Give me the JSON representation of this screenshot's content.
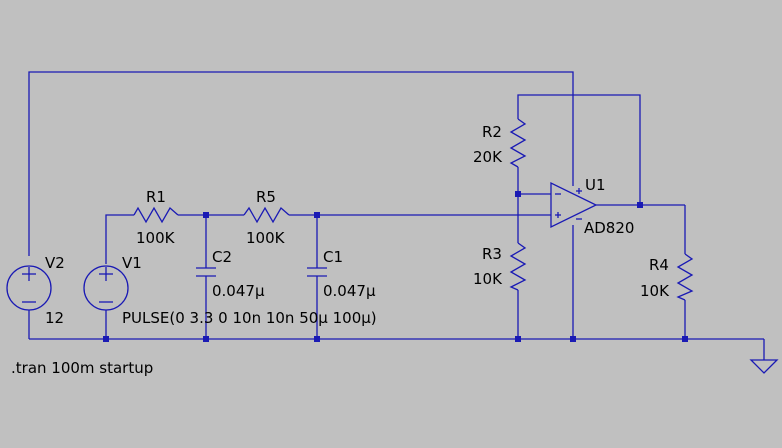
{
  "schematic": {
    "directive": ".tran 100m startup",
    "components": {
      "v2": {
        "name": "V2",
        "value": "12"
      },
      "v1": {
        "name": "V1",
        "value": "PULSE(0 3.3 0 10n 10n 50µ 100µ)"
      },
      "r1": {
        "name": "R1",
        "value": "100K"
      },
      "r5": {
        "name": "R5",
        "value": "100K"
      },
      "c2": {
        "name": "C2",
        "value": "0.047µ"
      },
      "c1": {
        "name": "C1",
        "value": "0.047µ"
      },
      "r2": {
        "name": "R2",
        "value": "20K"
      },
      "r3": {
        "name": "R3",
        "value": "10K"
      },
      "r4": {
        "name": "R4",
        "value": "10K"
      },
      "u1": {
        "name": "U1",
        "value": "AD820"
      }
    },
    "colors": {
      "background": "#c0c0c0",
      "wire": "#1a1ab4",
      "text": "#000000"
    }
  }
}
